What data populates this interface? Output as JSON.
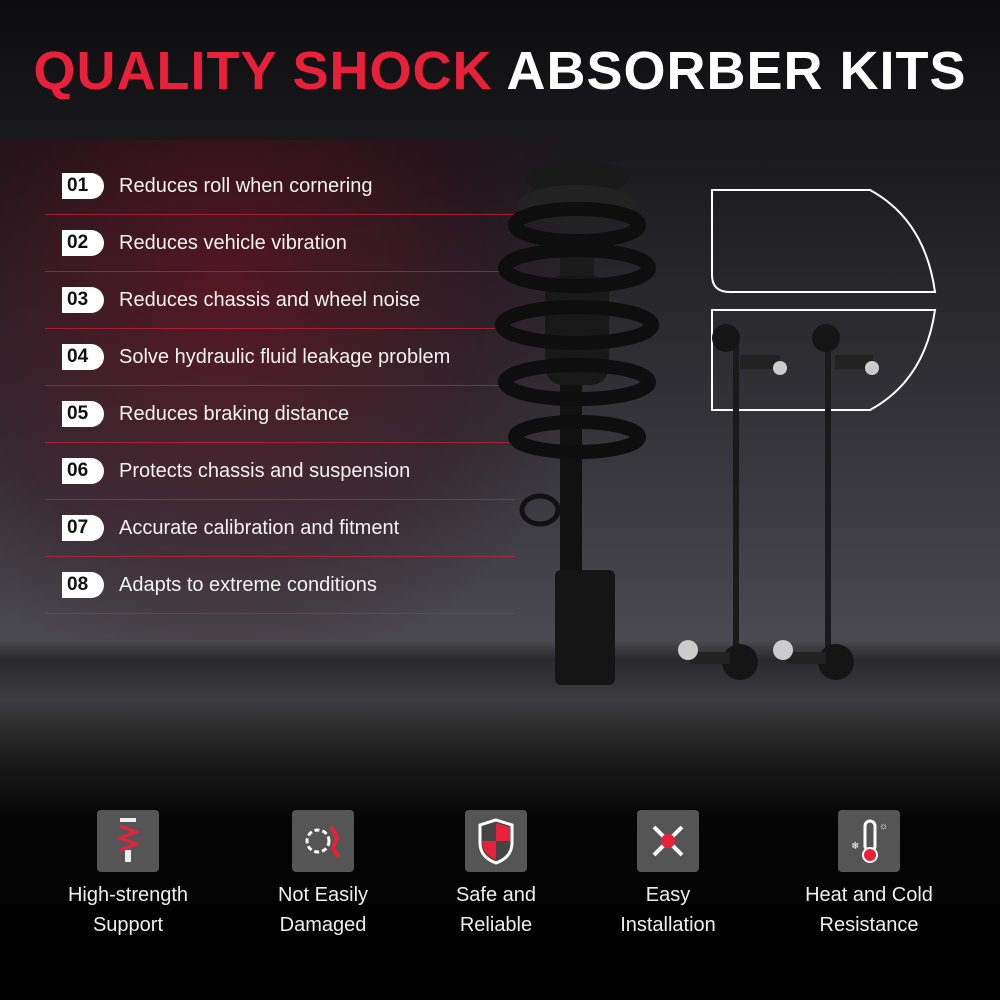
{
  "title": {
    "part1": "QUALITY SHOCK",
    "part2": "ABSORBER KITS"
  },
  "features_list": [
    {
      "num": "01",
      "text": "Reduces roll when cornering"
    },
    {
      "num": "02",
      "text": "Reduces vehicle vibration"
    },
    {
      "num": "03",
      "text": "Reduces chassis and wheel noise"
    },
    {
      "num": "04",
      "text": "Solve hydraulic fluid leakage problem"
    },
    {
      "num": "05",
      "text": "Reduces braking distance"
    },
    {
      "num": "06",
      "text": "Protects chassis and suspension"
    },
    {
      "num": "07",
      "text": "Accurate calibration and fitment"
    },
    {
      "num": "08",
      "text": "Adapts to extreme conditions"
    }
  ],
  "highlights": [
    {
      "icon": "spring-icon",
      "line1": "High-strength",
      "line2": "Support"
    },
    {
      "icon": "gear-icon",
      "line1": "Not Easily",
      "line2": "Damaged"
    },
    {
      "icon": "shield-icon",
      "line1": "Safe and",
      "line2": "Reliable"
    },
    {
      "icon": "tools-icon",
      "line1": "Easy",
      "line2": "Installation"
    },
    {
      "icon": "thermometer-icon",
      "line1": "Heat and Cold",
      "line2": "Resistance"
    }
  ],
  "colors": {
    "accent": "#e8203a",
    "icon_bg": "#555555"
  }
}
